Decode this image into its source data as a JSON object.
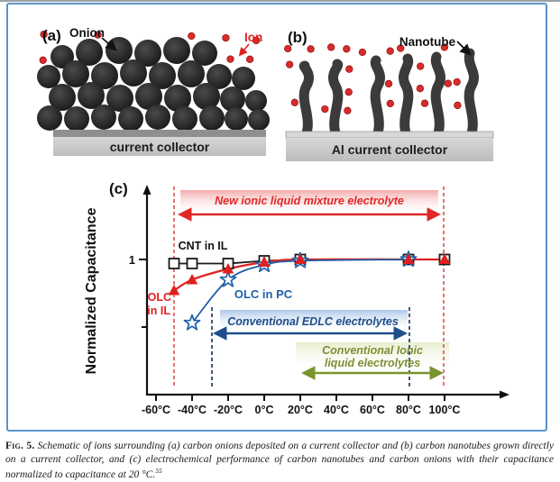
{
  "colors": {
    "border": "#5b94c9",
    "red": "#e02828",
    "navy_annotation": "#1f4e8c",
    "navy_dashed": "#27496d",
    "olive": "#7d8f33",
    "green_arrow": "#7a942e",
    "ion": "#d92b2b",
    "sphere": "#262626",
    "tube": "#3b3b3b",
    "collector": "#c6c6c6",
    "series_black": "#1a1a1a",
    "series_red": "#e02020",
    "series_blue": "#2060a8"
  },
  "panel_a": {
    "label": "(a)",
    "onion": "Onion",
    "ion": "Ion",
    "collector": "current collector"
  },
  "panel_b": {
    "label": "(b)",
    "nanotube": "Nanotube",
    "collector": "Al current collector"
  },
  "panel_c": {
    "label": "(c)",
    "ylabel": "Normalized Capacitance",
    "y_tick_1": "1",
    "olc_il_line1": "OLC",
    "olc_il_line2": "in IL",
    "band_new": "New ionic liquid mixture electrolyte",
    "band_edlc": "Conventional EDLC electrolytes",
    "band_ionic_1": "Conventional Ionic",
    "band_ionic_2": "liquid electrolytes"
  },
  "caption": {
    "label": "Fig. 5.",
    "text": " Schematic of ions surrounding (a) carbon onions deposited on a current collector and (b) carbon nanotubes grown directly on a current collector, and (c) electrochemical performance of carbon nanotubes and carbon onions with their capacitance normalized to capacitance at 20 °C.",
    "ref": "55"
  },
  "chart_data": {
    "type": "line",
    "title": "",
    "xlabel": "",
    "ylabel": "Normalized Capacitance",
    "x_ticks": [
      -60,
      -40,
      -20,
      0,
      20,
      40,
      60,
      80,
      100
    ],
    "x_tick_labels": [
      "-60°C",
      "-40°C",
      "-20°C",
      "0°C",
      "20°C",
      "40°C",
      "60°C",
      "80°C",
      "100°C"
    ],
    "y_ticks": [
      0.5,
      1
    ],
    "y_tick_labels": [
      "",
      "1"
    ],
    "xlim": [
      -66,
      108
    ],
    "ylim": [
      0,
      1.5
    ],
    "grid": false,
    "legend_position": "inline-labels",
    "series": [
      {
        "name": "CNT in IL",
        "marker": "open-square",
        "color": "#1a1a1a",
        "line": "straight",
        "x": [
          -50,
          -40,
          -20,
          0,
          20,
          80,
          100
        ],
        "y": [
          0.97,
          0.97,
          0.97,
          0.99,
          1.0,
          1.0,
          1.0
        ]
      },
      {
        "name": "OLC in IL",
        "marker": "filled-triangle",
        "color": "#e02020",
        "line": "smooth",
        "x": [
          -50,
          -40,
          -20,
          0,
          20,
          80,
          100
        ],
        "y": [
          0.77,
          0.85,
          0.93,
          0.98,
          1.0,
          1.0,
          1.0
        ]
      },
      {
        "name": "OLC in PC",
        "marker": "open-star",
        "color": "#2060a8",
        "line": "smooth",
        "x": [
          -40,
          -20,
          0,
          20,
          80
        ],
        "y": [
          0.53,
          0.85,
          0.96,
          0.99,
          1.0
        ]
      }
    ],
    "vertical_dashed_lines": [
      {
        "x": -50,
        "color": "#e05050"
      },
      {
        "x": 100,
        "color": "#e05050"
      },
      {
        "x": -30,
        "color": "#27496d"
      },
      {
        "x": 80,
        "color": "#27496d"
      }
    ],
    "annotations": [
      {
        "text": "New ionic liquid mixture electrolyte",
        "color": "#e02828",
        "x_range": [
          -50,
          100
        ],
        "style": "double-arrow"
      },
      {
        "text": "Conventional EDLC electrolytes",
        "color": "#1f4e8c",
        "x_range": [
          -30,
          80
        ],
        "style": "double-arrow"
      },
      {
        "text": "Conventional Ionic liquid electrolytes",
        "color": "#7d8f33",
        "x_range": [
          20,
          100
        ],
        "style": "double-arrow"
      }
    ]
  }
}
